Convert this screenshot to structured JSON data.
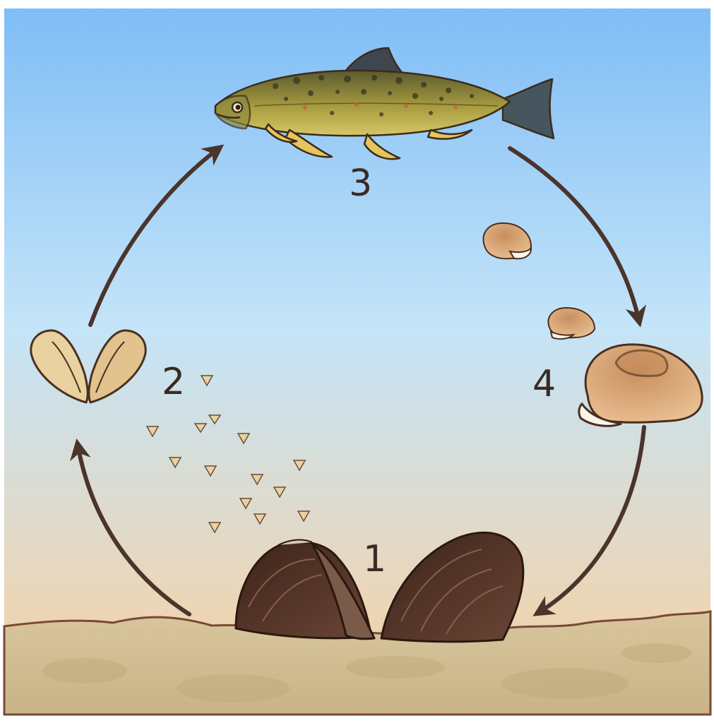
{
  "stages": [
    {
      "number": "1",
      "subject": "adult-mussels"
    },
    {
      "number": "2",
      "subject": "glochidia-larvae"
    },
    {
      "number": "3",
      "subject": "trout-host-fish"
    },
    {
      "number": "4",
      "subject": "juvenile-mussels"
    }
  ],
  "colors": {
    "sky_top": "#7fbdf6",
    "sky_mid": "#c4e4f8",
    "sky_bottom": "#ecd6b6",
    "sediment": "#d2be94",
    "arrow": "#4a342b",
    "label": "#3a2a22",
    "mussel_shell": "#5b3a2c",
    "juvenile_shell": "#dba97a",
    "larva_shell": "#ead1a0"
  },
  "icons": [
    "trout-fish-icon",
    "mussel-shell-icon",
    "glochidium-icon",
    "juvenile-mussel-icon",
    "cycle-arrow-icon"
  ]
}
